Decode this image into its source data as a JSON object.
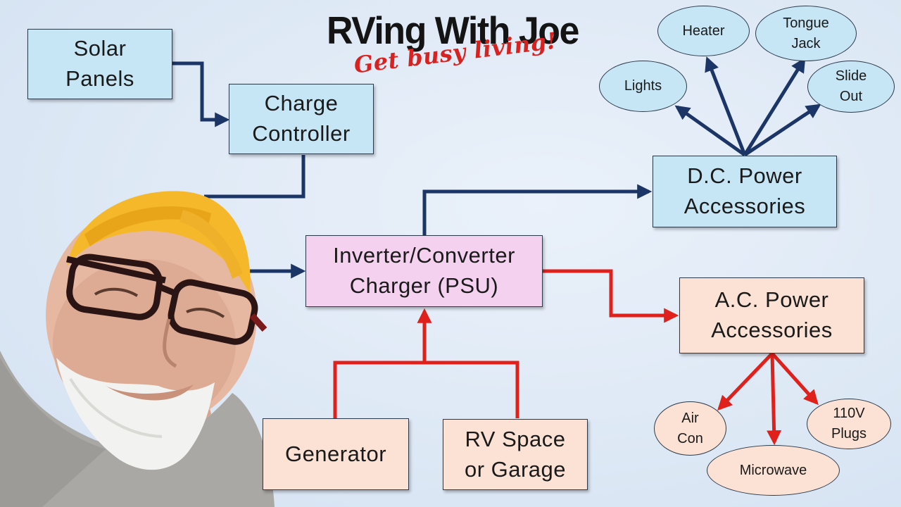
{
  "logo": {
    "title": "RVing With Joe",
    "tagline": "Get busy living!"
  },
  "boxes": {
    "solar": "Solar Panels",
    "charge": "Charge Controller",
    "inverter": "Inverter/Converter Charger (PSU)",
    "dc": "D.C. Power Accessories",
    "ac": "A.C. Power Accessories",
    "generator": "Generator",
    "rvspace": "RV Space or Garage"
  },
  "dc_items": [
    "Lights",
    "Heater",
    "Tongue Jack",
    "Slide Out"
  ],
  "ac_items": [
    "Air Con",
    "Microwave",
    "110V Plugs"
  ],
  "colors": {
    "dc_wire": "#1b3566",
    "ac_wire": "#e0201b",
    "box_blue": "#c7e6f5",
    "box_pink": "#f3d1ef",
    "box_peach": "#fbe2d5"
  }
}
